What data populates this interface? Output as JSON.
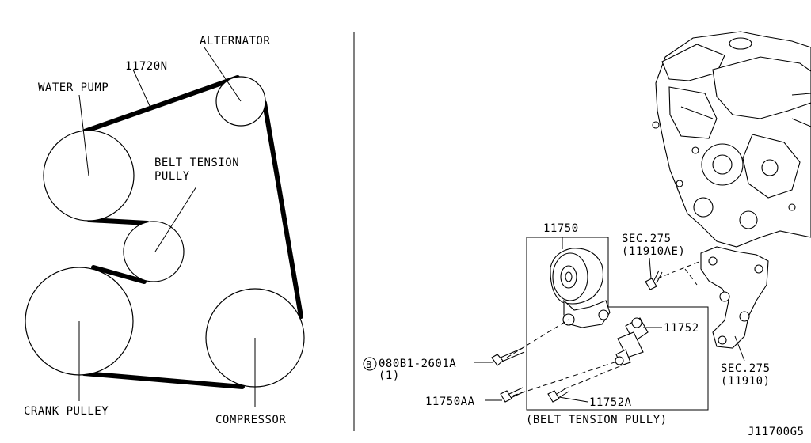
{
  "belt_layout": {
    "alternator": "ALTERNATOR",
    "belt": "11720N",
    "water_pump": "WATER PUMP",
    "tension_pulley_line1": "BELT TENSION",
    "tension_pulley_line2": "PULLY",
    "crank_pulley": "CRANK PULLEY",
    "compressor": "COMPRESSOR"
  },
  "parts": {
    "p11750": "11750",
    "sec275_a": "SEC.275",
    "sec275_a_ref": "(11910AE)",
    "p11752": "11752",
    "bolt_b_circle": "B",
    "bolt_b": "080B1-2601A",
    "bolt_b_qty": "(1)",
    "p11750aa": "11750AA",
    "p11752a": "11752A",
    "sec275_b": "SEC.275",
    "sec275_b_ref": "(11910)",
    "assembly_caption": "(BELT TENSION PULLY)"
  },
  "diagram_id": "J11700G5"
}
